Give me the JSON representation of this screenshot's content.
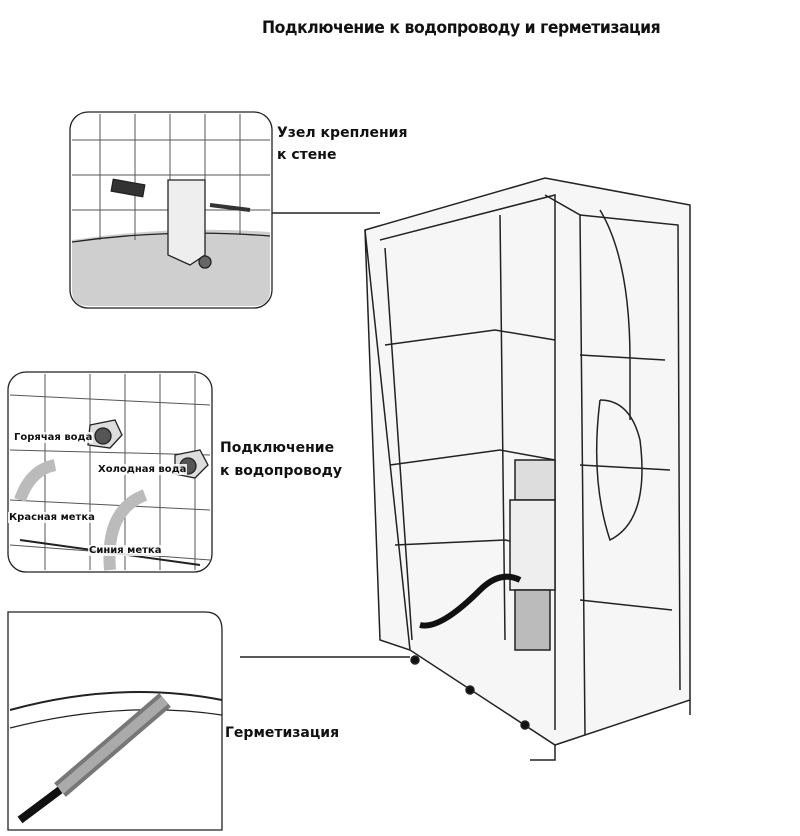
{
  "title": "Подключение к водопроводу и герметизация",
  "callouts": {
    "wall_mount": {
      "line1": "Узел крепления",
      "line2": "к стене"
    },
    "water_connection": {
      "line1": "Подключение",
      "line2": "к водопроводу"
    },
    "sealing": {
      "label": "Герметизация"
    }
  },
  "connection_detail": {
    "hot_water": "Горячая вода",
    "cold_water": "Холодная вода",
    "red_mark": "Красная метка",
    "blue_mark": "Синия метка"
  }
}
